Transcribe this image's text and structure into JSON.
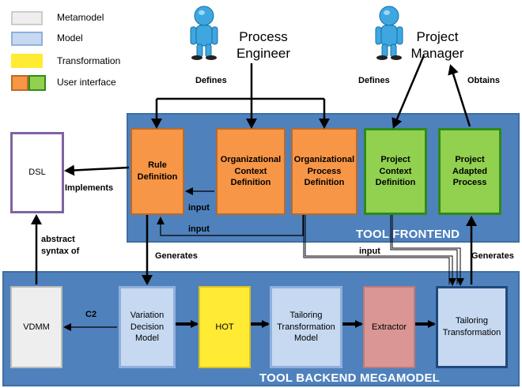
{
  "legend": {
    "metamodel": "Metamodel",
    "model": "Model",
    "transformation": "Transformation",
    "user_interface": "User interface"
  },
  "actors": {
    "process_engineer": "Process\nEngineer",
    "project_manager": "Project\nManager"
  },
  "frontend": {
    "title": "TOOL FRONTEND",
    "rule_definition": "Rule\nDefinition",
    "org_context_definition": "Organizational\nContext\nDefinition",
    "org_process_definition": "Organizational\nProcess\nDefinition",
    "project_context_definition": "Project\nContext\nDefinition",
    "project_adapted_process": "Project\nAdapted\nProcess"
  },
  "backend": {
    "title": "TOOL BACKEND MEGAMODEL",
    "vdmm": "VDMM",
    "variation_decision_model": "Variation\nDecision\nModel",
    "hot": "HOT",
    "tailoring_transformation_model": "Tailoring\nTransformation\nModel",
    "extractor": "Extractor",
    "tailoring_transformation": "Tailoring\nTransformation"
  },
  "dsl": "DSL",
  "labels": {
    "defines_pe": "Defines",
    "defines_pm": "Defines",
    "obtains": "Obtains",
    "implements": "Implements",
    "input_1": "input",
    "input_2": "input",
    "input_3": "input",
    "abstract_syntax_of": "abstract\nsyntax of",
    "generates_1": "Generates",
    "generates_2": "Generates",
    "c2": "C2"
  },
  "colors": {
    "panel": "#4f81bd",
    "orange": "#f79646",
    "green": "#92d050",
    "model": "#c6d9f1",
    "metamodel": "#eeeeee",
    "yellow": "#ffeb33",
    "extractor": "#d99694",
    "dsl_border": "#8064a2"
  }
}
